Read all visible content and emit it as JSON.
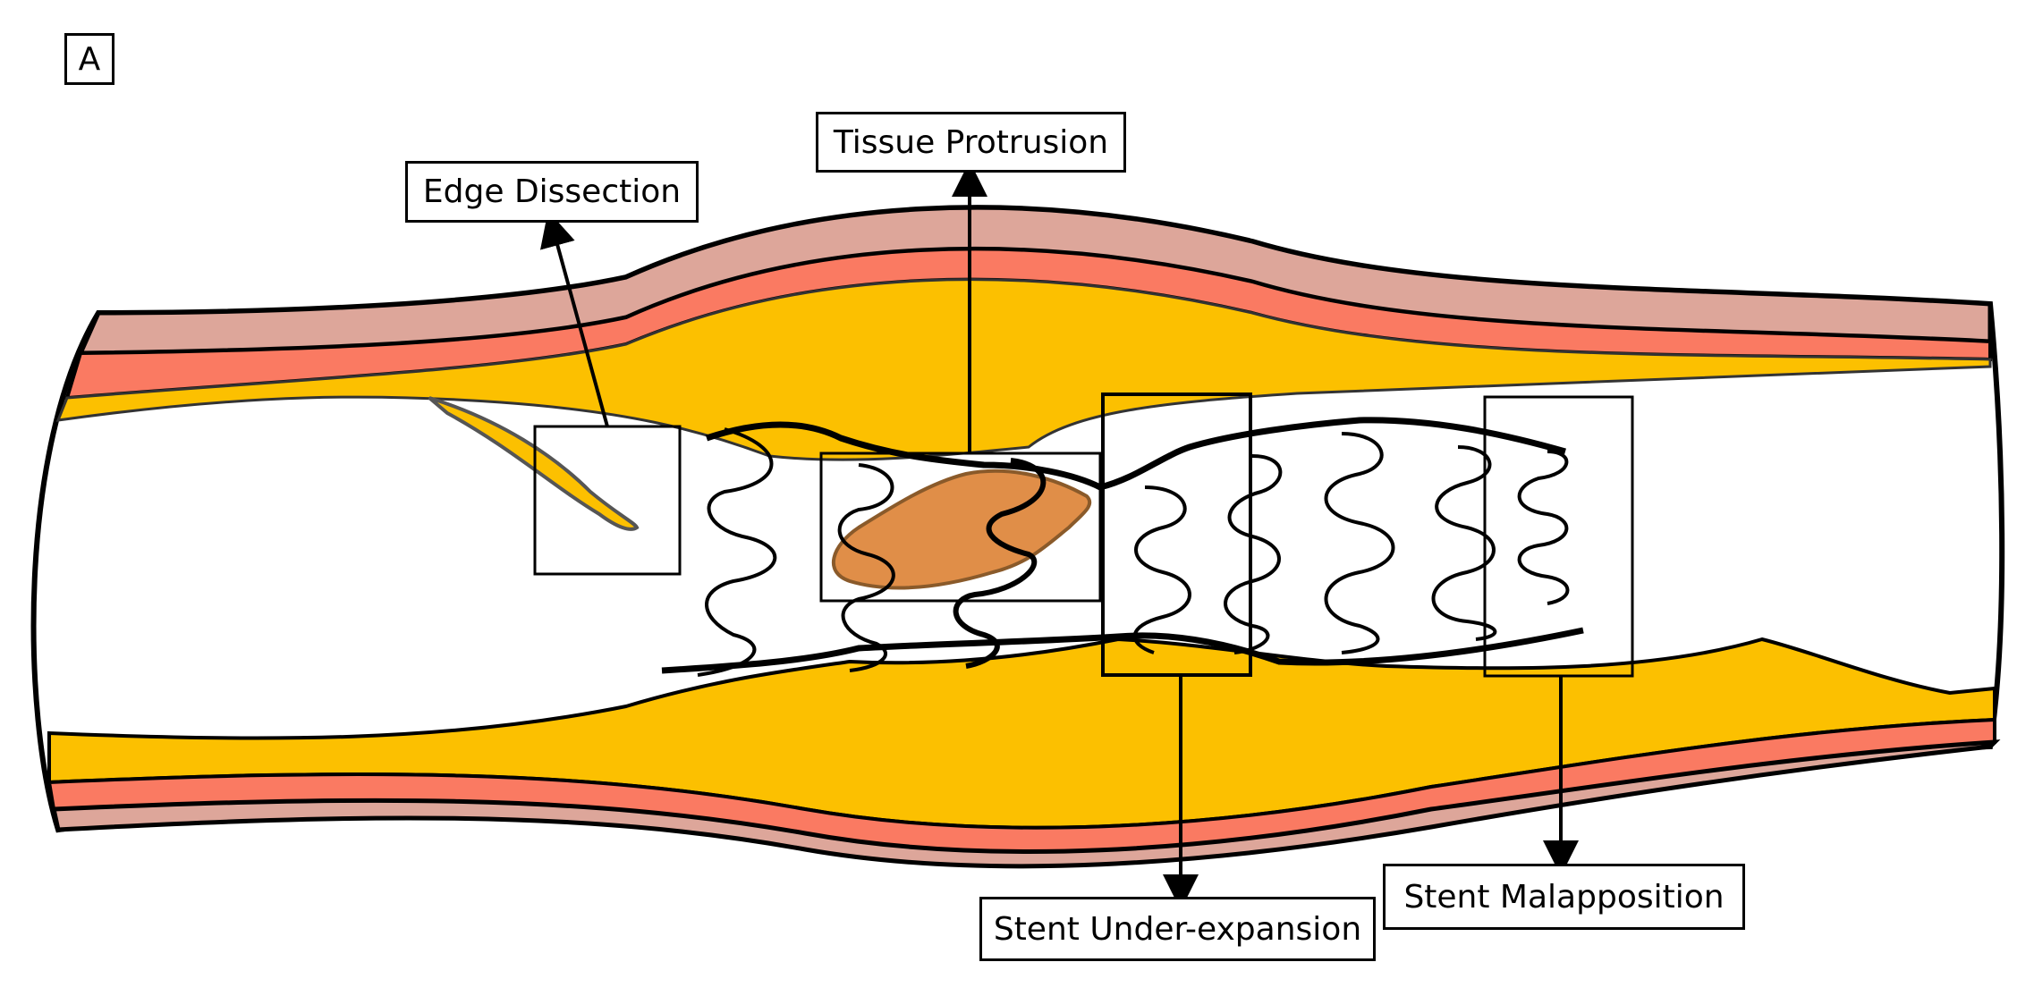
{
  "panel_label": "A",
  "labels": {
    "edge_dissection": "Edge Dissection",
    "tissue_protrusion": "Tissue Protrusion",
    "stent_underexpansion": "Stent Under-expansion",
    "stent_malapposition": "Stent Malapposition"
  },
  "colors": {
    "adventitia": "#DDA69A",
    "media": "#FA7A62",
    "plaque": "#FCC000",
    "protrusion": "#E08E48",
    "outline": "#000000",
    "lumen": "#FFFFFF"
  }
}
